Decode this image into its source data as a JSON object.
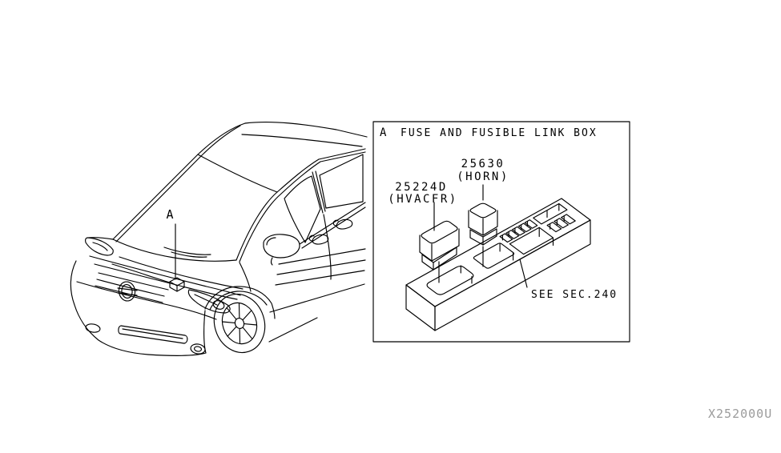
{
  "vehicle": {
    "callout_letter": "A"
  },
  "detail_box": {
    "callout_letter": "A",
    "title": "FUSE AND FUSIBLE LINK BOX",
    "parts": [
      {
        "part_number": "25224D",
        "name": "(HVACFR)"
      },
      {
        "part_number": "25630",
        "name": "(HORN)"
      }
    ],
    "reference": "SEE SEC.240"
  },
  "footer": {
    "watermark": "X252000U"
  },
  "colors": {
    "line": "#000000",
    "watermark": "#9b9b9b",
    "background": "#ffffff"
  }
}
